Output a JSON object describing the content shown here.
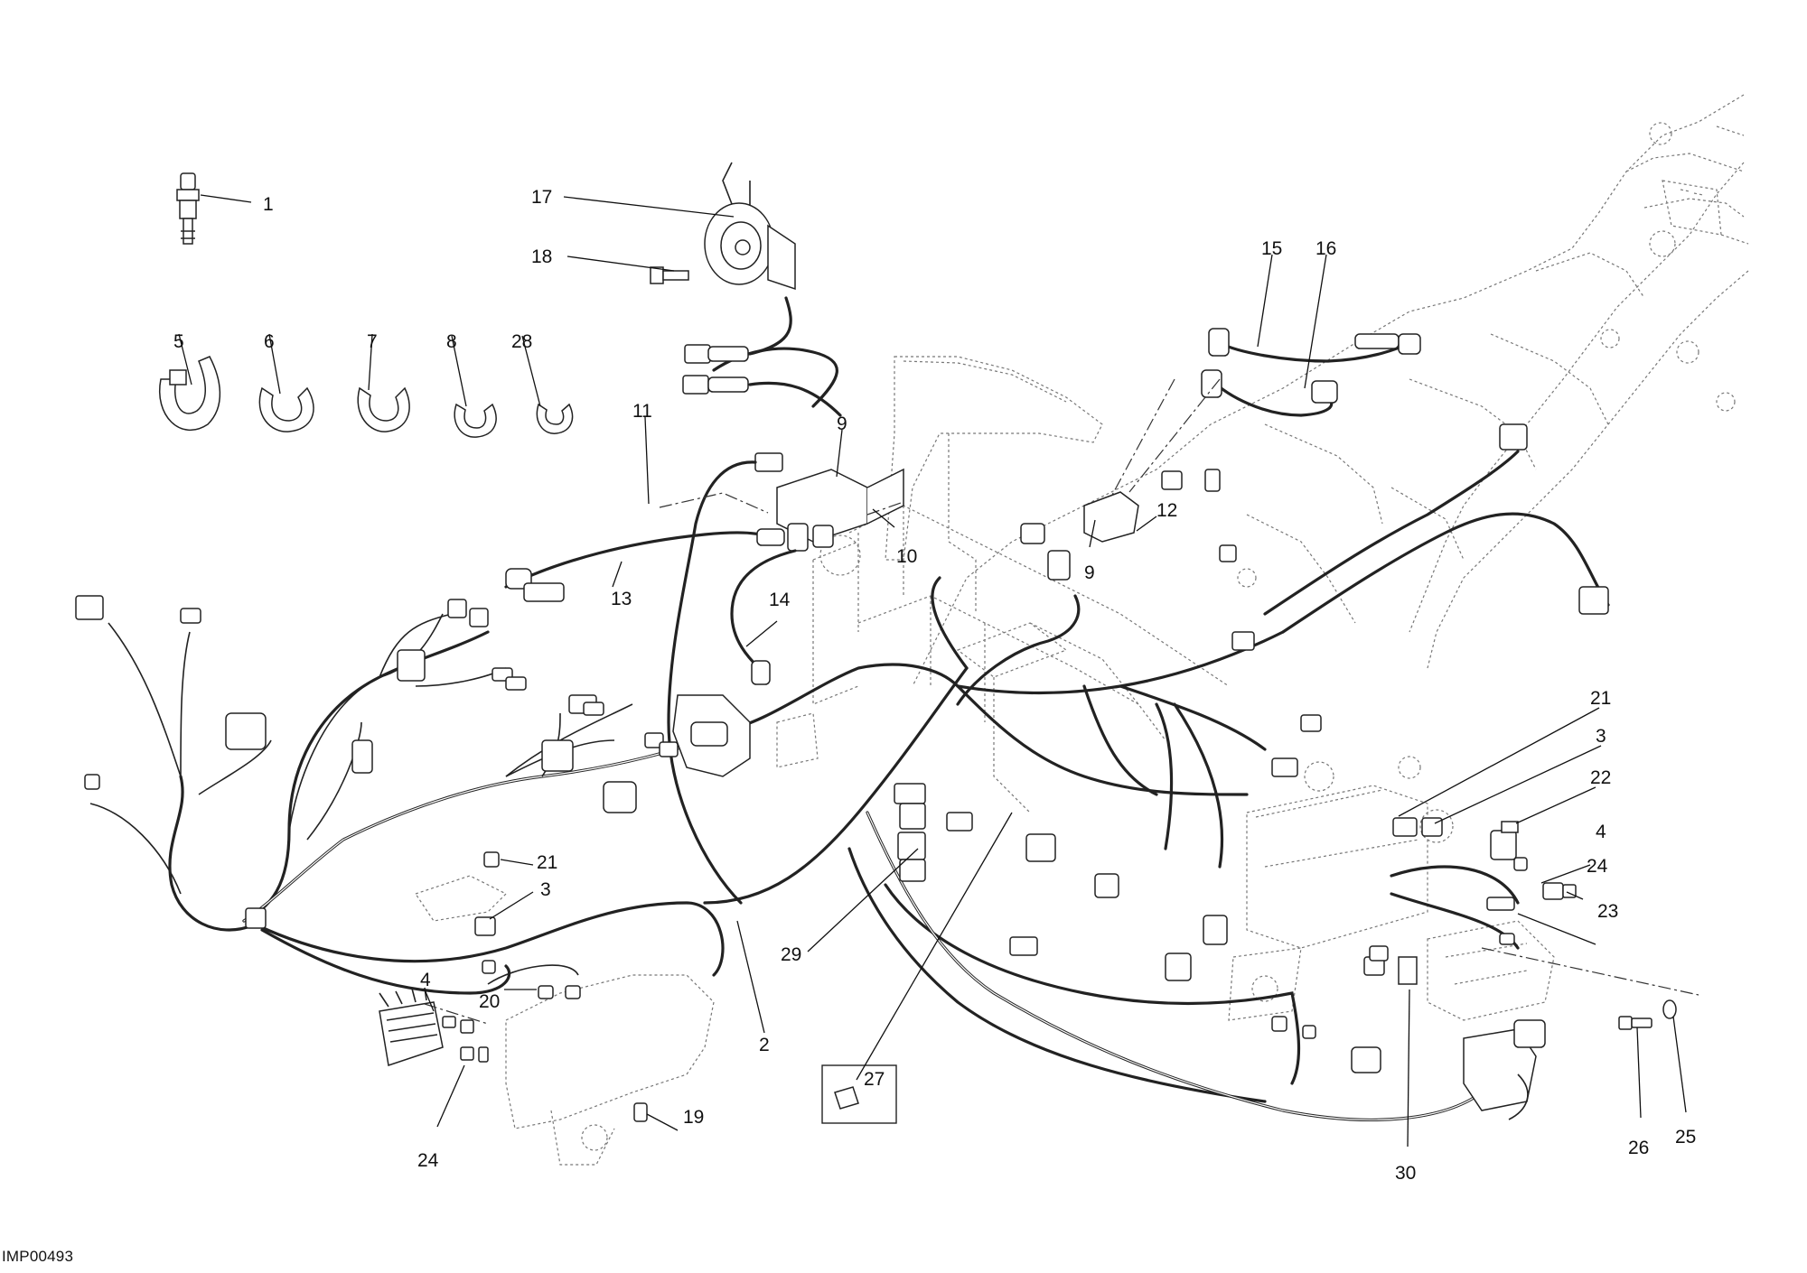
{
  "drawing_code": "IMP00493",
  "callouts": [
    {
      "id": "c1",
      "text": "1"
    },
    {
      "id": "c17",
      "text": "17"
    },
    {
      "id": "c18",
      "text": "18"
    },
    {
      "id": "c5",
      "text": "5"
    },
    {
      "id": "c6",
      "text": "6"
    },
    {
      "id": "c7",
      "text": "7"
    },
    {
      "id": "c8",
      "text": "8"
    },
    {
      "id": "c28",
      "text": "28"
    },
    {
      "id": "c11",
      "text": "11"
    },
    {
      "id": "c9a",
      "text": "9"
    },
    {
      "id": "c10",
      "text": "10"
    },
    {
      "id": "c13",
      "text": "13"
    },
    {
      "id": "c14",
      "text": "14"
    },
    {
      "id": "c15",
      "text": "15"
    },
    {
      "id": "c16",
      "text": "16"
    },
    {
      "id": "c12",
      "text": "12"
    },
    {
      "id": "c9b",
      "text": "9"
    },
    {
      "id": "c21a",
      "text": "21"
    },
    {
      "id": "c3a",
      "text": "3"
    },
    {
      "id": "c22",
      "text": "22"
    },
    {
      "id": "c4a",
      "text": "4"
    },
    {
      "id": "c24a",
      "text": "24"
    },
    {
      "id": "c23",
      "text": "23"
    },
    {
      "id": "c21b",
      "text": "21"
    },
    {
      "id": "c3b",
      "text": "3"
    },
    {
      "id": "c4b",
      "text": "4"
    },
    {
      "id": "c20",
      "text": "20"
    },
    {
      "id": "c2",
      "text": "2"
    },
    {
      "id": "c29",
      "text": "29"
    },
    {
      "id": "c27",
      "text": "27"
    },
    {
      "id": "c19",
      "text": "19"
    },
    {
      "id": "c24b",
      "text": "24"
    },
    {
      "id": "c30",
      "text": "30"
    },
    {
      "id": "c26",
      "text": "26"
    },
    {
      "id": "c25",
      "text": "25"
    }
  ]
}
